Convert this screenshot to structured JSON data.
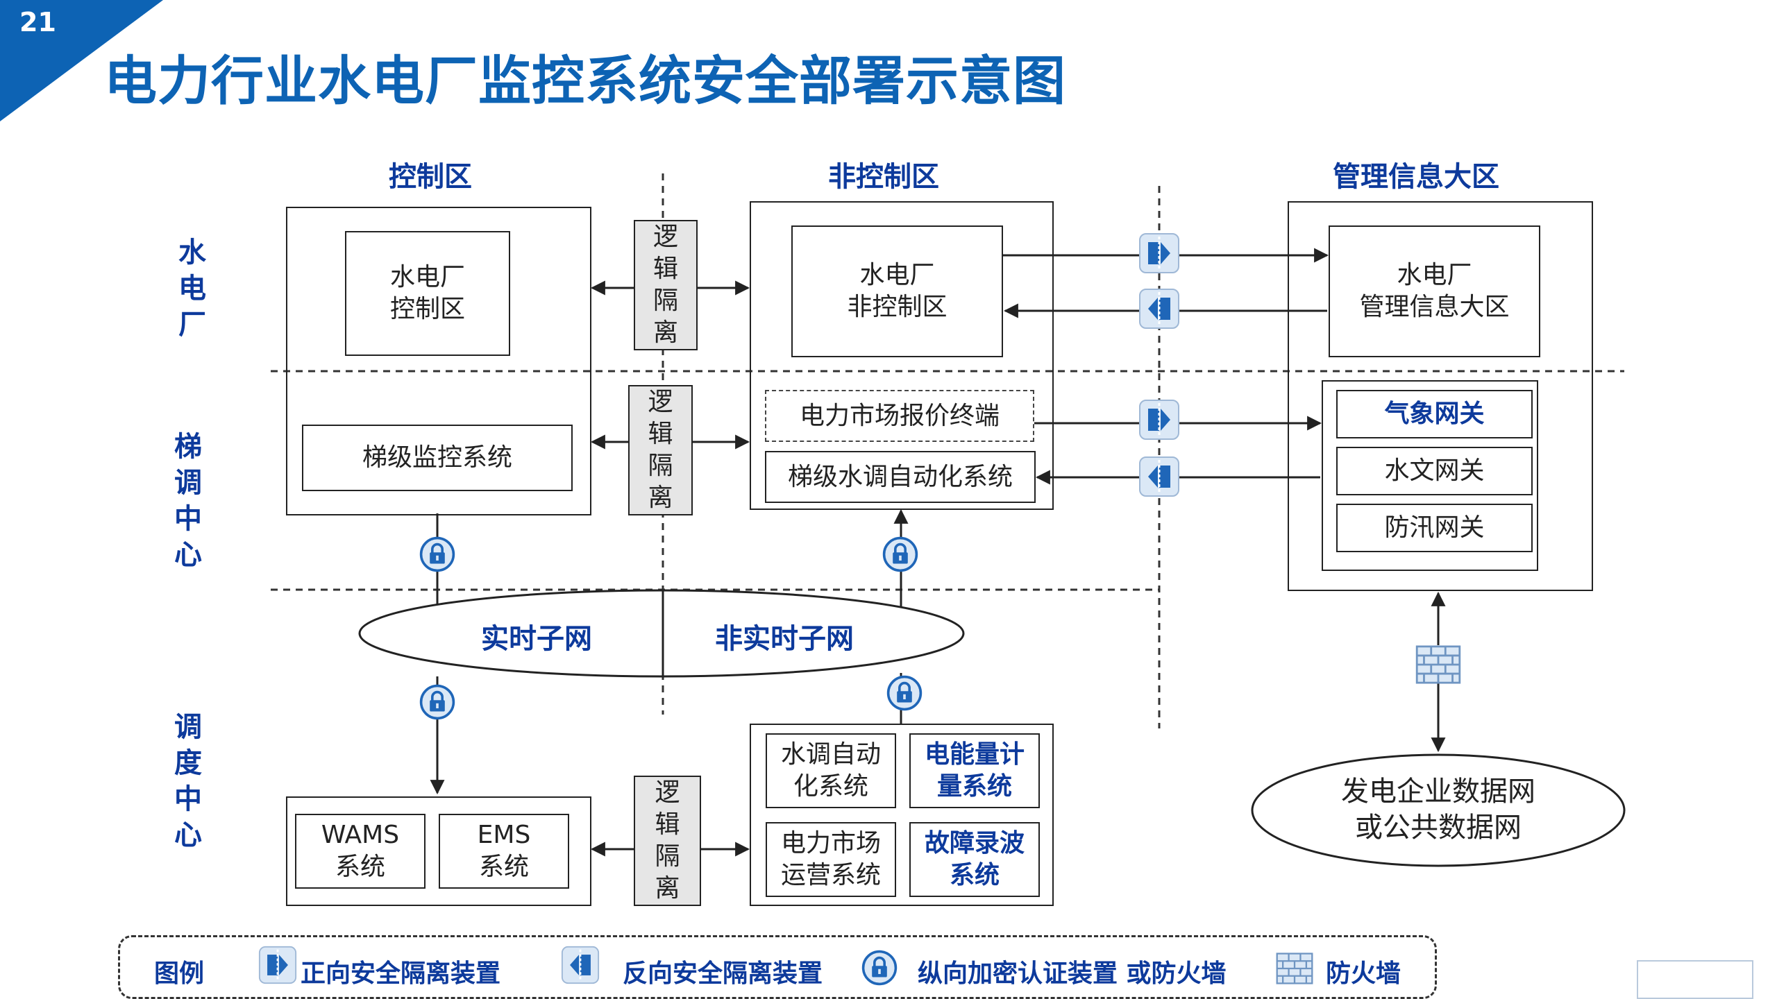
{
  "slide": {
    "page_number": "21",
    "title": "电力行业水电厂监控系统安全部署示意图"
  },
  "zones": {
    "control": "控制区",
    "noncontrol": "非控制区",
    "mgmt": "管理信息大区"
  },
  "rows": {
    "plant": "水\n电\n厂",
    "cascade": "梯\n调\n中\n心",
    "dispatch": "调\n度\n中\n心"
  },
  "isolation_label": "逻\n辑\n隔\n离",
  "plant": {
    "control": "水电厂\n控制区",
    "noncontrol": "水电厂\n非控制区",
    "mgmt": "水电厂\n管理信息大区"
  },
  "cascade": {
    "monitor": "梯级监控系统",
    "market_terminal": "电力市场报价终端",
    "water_dispatch": "梯级水调自动化系统",
    "gateways": [
      "气象网关",
      "水文网关",
      "防汛网关"
    ]
  },
  "networks": {
    "realtime": "实时子网",
    "nonrealtime": "非实时子网"
  },
  "dispatch": {
    "wams": "WAMS\n系统",
    "ems": "EMS\n系统",
    "water_auto": "水调自动\n化系统",
    "metering": "电能量计\n量系统",
    "market_ops": "电力市场\n运营系统",
    "fault_rec": "故障录波\n系统"
  },
  "external_net": "发电企业数据网\n或公共数据网",
  "legend": {
    "title": "图例",
    "forward": "正向安全隔离装置",
    "reverse": "反向安全隔离装置",
    "encrypt": "纵向加密认证装置 或防火墙",
    "firewall": "防火墙"
  },
  "colors": {
    "brand": "#0d63b4",
    "heading": "#0d3a9c",
    "icon_fill": "#1f66b8",
    "icon_bg": "#dbe8f6"
  },
  "icons": {
    "forward_isolation": "forward-isolation-icon",
    "reverse_isolation": "reverse-isolation-icon",
    "lock": "lock-icon",
    "firewall": "firewall-icon"
  }
}
